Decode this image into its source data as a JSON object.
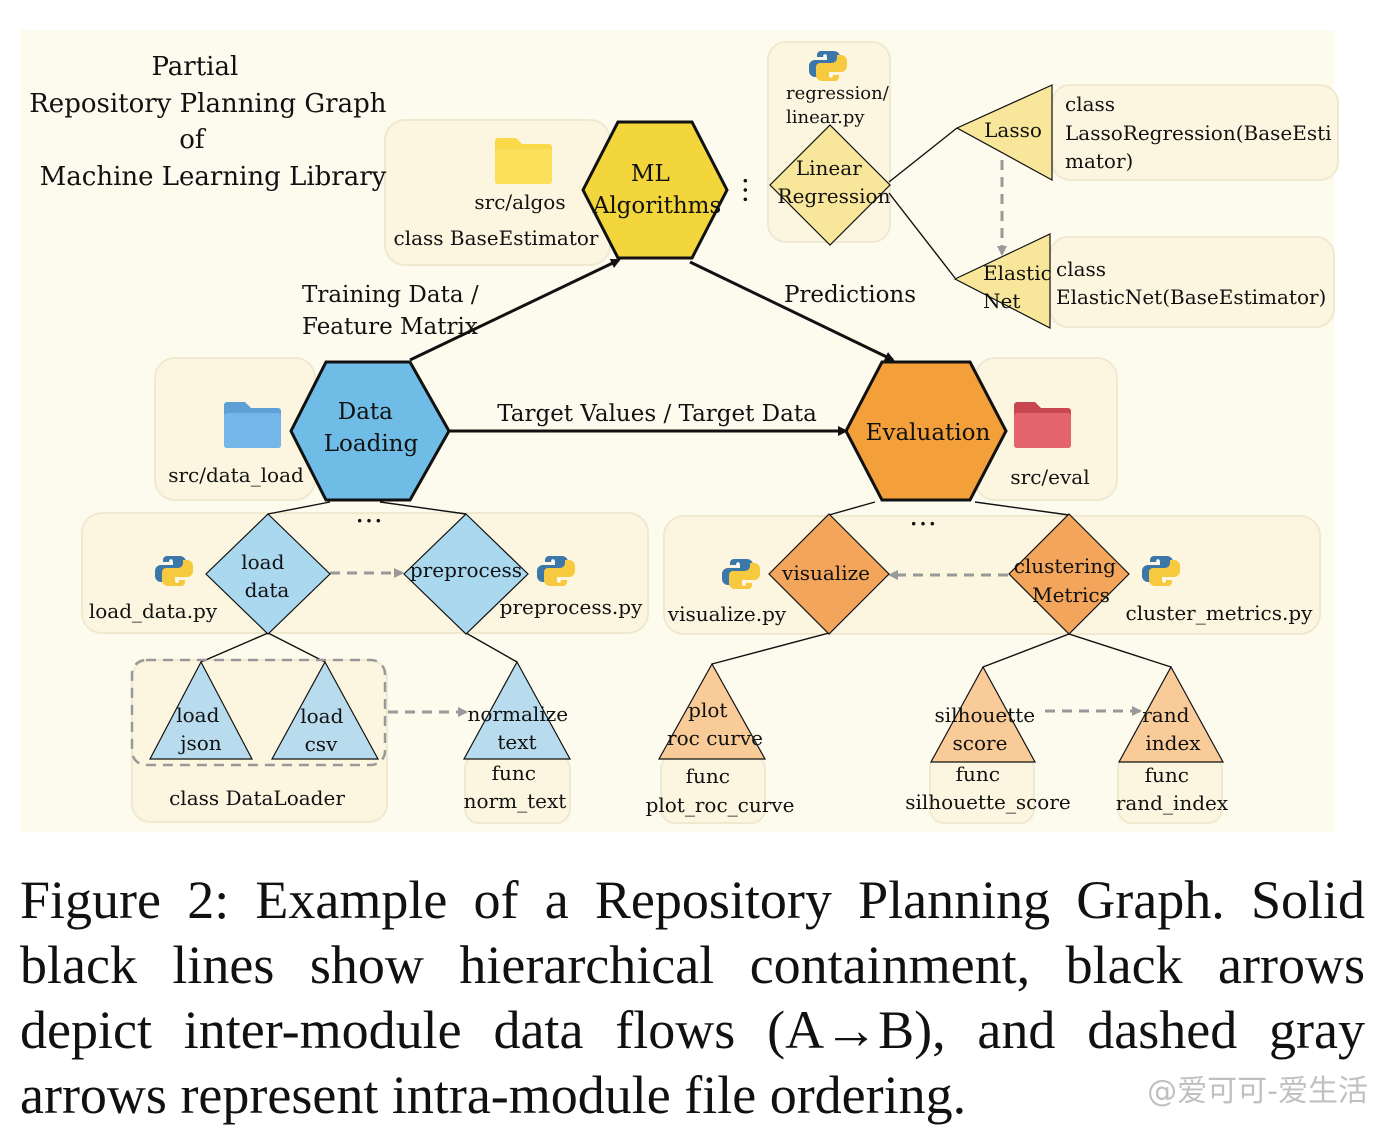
{
  "title_lines": [
    "Partial",
    "Repository Planning Graph",
    "of",
    "Machine Learning Library"
  ],
  "modules": {
    "ml": {
      "label_lines": [
        "ML",
        "Algorithms"
      ],
      "folder": "src/algos",
      "class_label": "class BaseEstimator",
      "color": "#F2D63B"
    },
    "data": {
      "label_lines": [
        "Data",
        "Loading"
      ],
      "folder": "src/data_load",
      "color": "#6FBCE6"
    },
    "eval": {
      "label_lines": [
        "Evaluation"
      ],
      "folder": "src/eval",
      "color": "#F3A03A"
    }
  },
  "flows": {
    "train_lines": [
      "Training Data /",
      "Feature Matrix"
    ],
    "predictions": "Predictions",
    "target": "Target Values / Target Data"
  },
  "ellipsis": "…",
  "ml_sub": {
    "file_lines": [
      "regression/",
      "linear.py"
    ],
    "linear_lines": [
      "Linear",
      "Regression"
    ],
    "lasso": "Lasso",
    "lasso_class_lines": [
      "class",
      "LassoRegression(BaseEsti",
      "mator)"
    ],
    "elastic_lines": [
      "Elastic",
      "Net"
    ],
    "elastic_class_lines": [
      "class",
      "ElasticNet(BaseEstimator)"
    ]
  },
  "data_sub": {
    "load_data_lines": [
      "load",
      "data"
    ],
    "load_data_file": "load_data.py",
    "preprocess": "preprocess",
    "preprocess_file": "preprocess.py",
    "load_json_lines": [
      "load",
      "json"
    ],
    "load_csv_lines": [
      "load",
      "csv"
    ],
    "dataloader_class": "class DataLoader",
    "normalize_lines": [
      "normalize",
      "text"
    ],
    "normalize_func_lines": [
      "func",
      "norm_text"
    ]
  },
  "eval_sub": {
    "visualize": "visualize",
    "visualize_file": "visualize.py",
    "clustering_lines": [
      "clustering",
      "Metrics"
    ],
    "clustering_file": "cluster_metrics.py",
    "plot_lines": [
      "plot",
      "roc curve"
    ],
    "plot_func_lines": [
      "func",
      "plot_roc_curve"
    ],
    "silhouette_lines": [
      "silhouette",
      "score"
    ],
    "silhouette_func_lines": [
      "func",
      "silhouette_score"
    ],
    "rand_lines": [
      "rand",
      "index"
    ],
    "rand_func_lines": [
      "func",
      "rand_index"
    ]
  },
  "colors": {
    "canvas": "#FDFAEE",
    "panel": "#FCF6E0",
    "panel_border": "#EFE9CF",
    "ml_leaf": "#F8E79A",
    "data_leaf": "#A9D8EF",
    "data_tri": "#B8DCEE",
    "eval_leaf": "#F2A55B",
    "eval_tri": "#F9CB98",
    "folder_ml": "#F9D948",
    "folder_data": "#74B6E8",
    "folder_eval": "#E4656B",
    "dashed": "#999999"
  },
  "caption": "Figure 2: Example of a Repository Planning Graph. Solid black lines show hierarchical containment, black arrows depict inter-module data flows (A→B), and dashed gray arrows represent intra-module file ordering.",
  "watermark": "@爱可可-爱生活"
}
